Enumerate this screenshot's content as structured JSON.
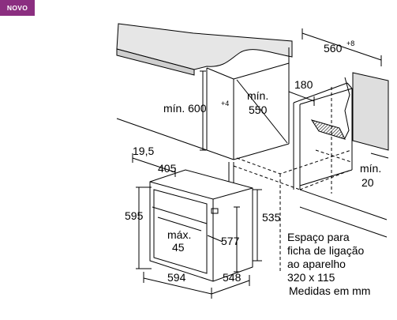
{
  "badge": {
    "label": "NOVO",
    "color": "#8b2e80"
  },
  "dimensions": {
    "niche_height": "mín. 600",
    "niche_height_tol": "+4",
    "niche_depth": "mín.",
    "niche_depth_val": "550",
    "top_width": "560",
    "top_width_tol": "+8",
    "offset_180": "180",
    "side_min": "mín.",
    "side_min_val": "20",
    "front_offset": "19,5",
    "inner_depth": "405",
    "oven_height": "595",
    "oven_width": "594",
    "oven_depth": "548",
    "inner_height": "535",
    "cavity_height": "577",
    "door_min": "máx.",
    "door_min_val": "45"
  },
  "note": {
    "line1": "Espaço para",
    "line2": "ficha de ligação",
    "line3": "ao aparelho",
    "line4": "320 x 115",
    "line5": "Medidas em mm"
  }
}
